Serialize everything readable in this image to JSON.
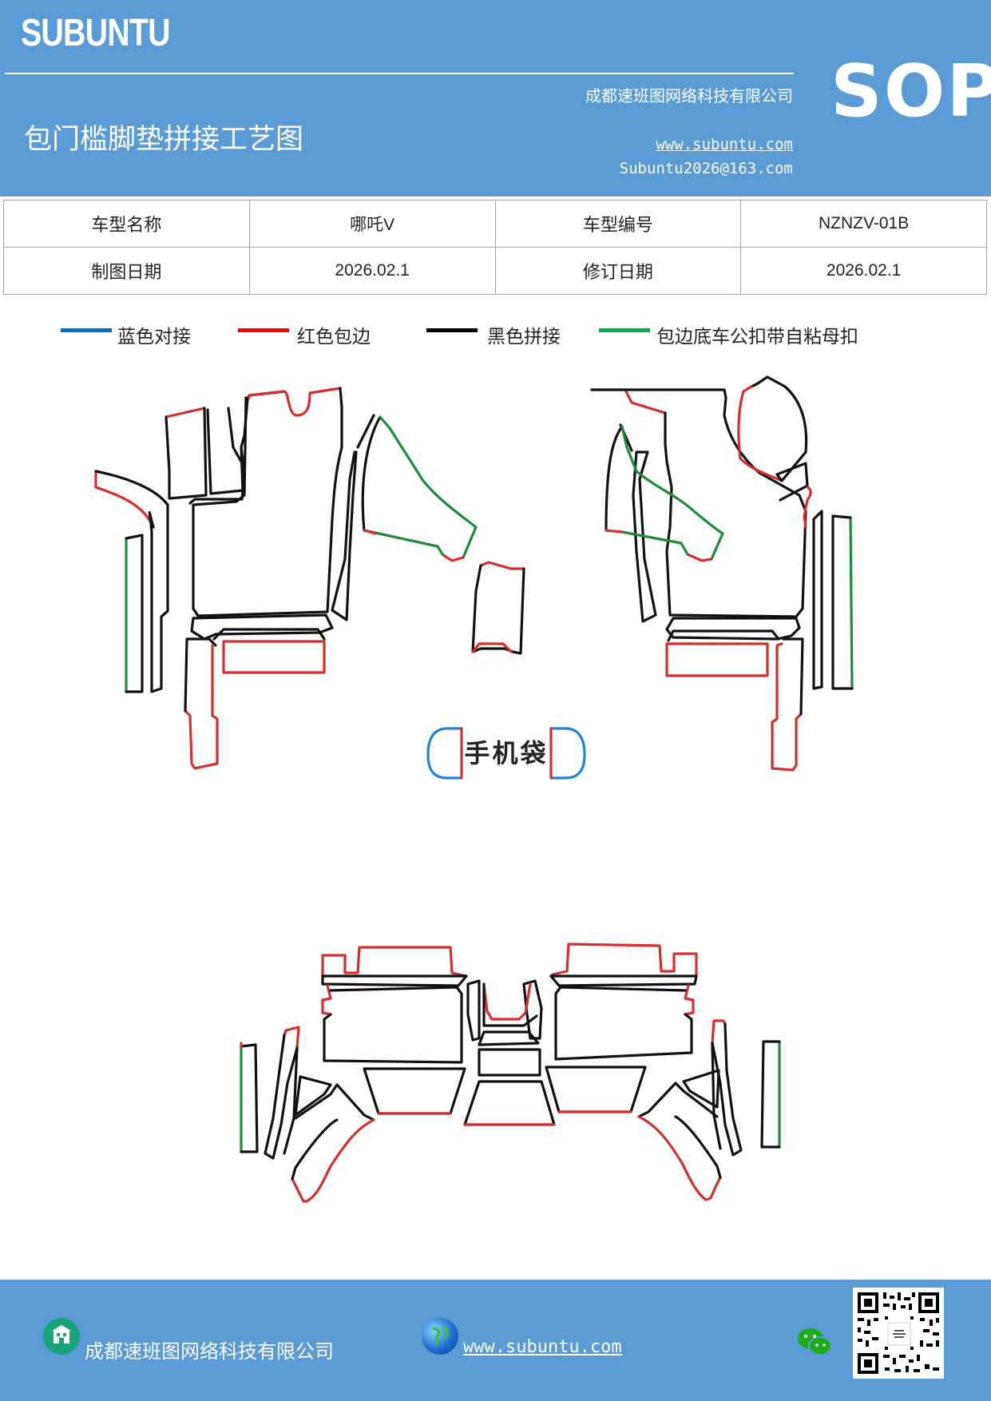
{
  "header": {
    "brand": "SUBUNTU",
    "title": "包门槛脚垫拼接工艺图",
    "company": "成都速班图网络科技有限公司",
    "website": "www.subuntu.com",
    "email": "Subuntu2026@163.com",
    "badge": "SOP"
  },
  "info_table": {
    "model_name_label": "车型名称",
    "model_name_value": "哪吒V",
    "model_code_label": "车型编号",
    "model_code_value": "NZNZV-01B",
    "draw_date_label": "制图日期",
    "draw_date_value": "2026.02.1",
    "revise_date_label": "修订日期",
    "revise_date_value": "2026.02.1"
  },
  "legend": [
    {
      "label": "蓝色对接",
      "color": "#0070c0"
    },
    {
      "label": "红色包边",
      "color": "#ff0000"
    },
    {
      "label": "黑色拼接",
      "color": "#000000"
    },
    {
      "label": "包边底车公扣带自粘母扣",
      "color": "#00b050"
    }
  ],
  "drawing": {
    "pocket_label": "手机袋",
    "colors": {
      "blue": "#1f83d6",
      "red": "#d32f2f",
      "black": "#111111",
      "green": "#1e8a3c"
    }
  },
  "footer": {
    "company": "成都速班图网络科技有限公司",
    "website": "www.subuntu.com",
    "icons": [
      "building-icon",
      "globe-icon",
      "wechat-icon",
      "qr-code"
    ]
  }
}
